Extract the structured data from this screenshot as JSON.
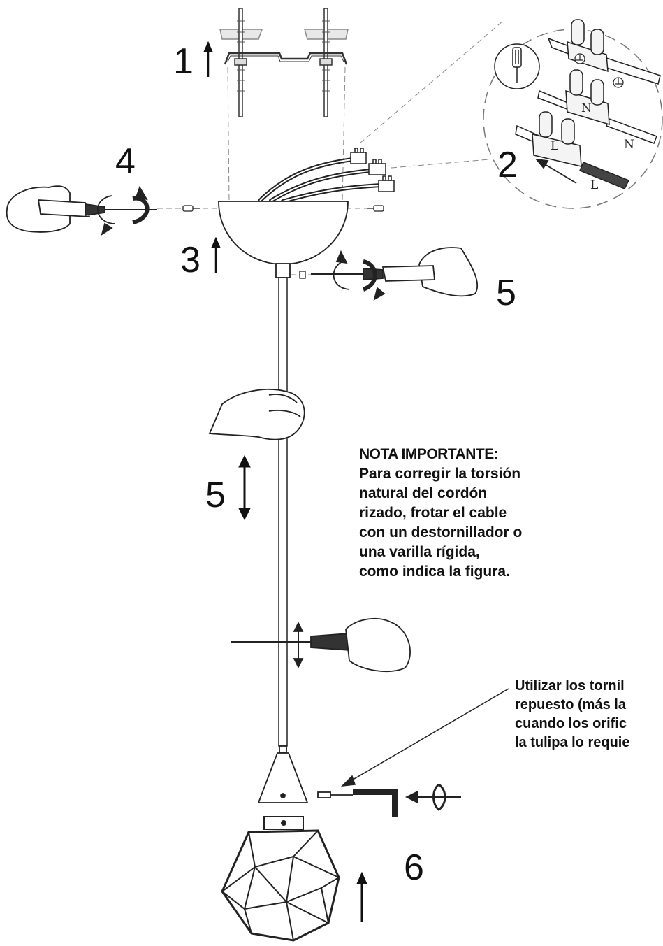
{
  "steps": {
    "s1": "1",
    "s2": "2",
    "s3": "3",
    "s4": "4",
    "s5a": "5",
    "s5b": "5",
    "s6": "6"
  },
  "wiring": {
    "live": "L",
    "neutral": "N",
    "live_arrow": "L",
    "neutral_out": "N"
  },
  "note": {
    "title": "NOTA IMPORTANTE:",
    "lines": [
      "Para corregir la torsión",
      "natural del cordón",
      "rizado, frotar el cable",
      "con un destornillador o",
      "una varilla rígida,",
      "como indica la figura."
    ]
  },
  "side_note": {
    "lines": [
      "Utilizar los tornil",
      "repuesto (más la",
      "cuando los orific",
      "la tulipa lo requie"
    ]
  }
}
